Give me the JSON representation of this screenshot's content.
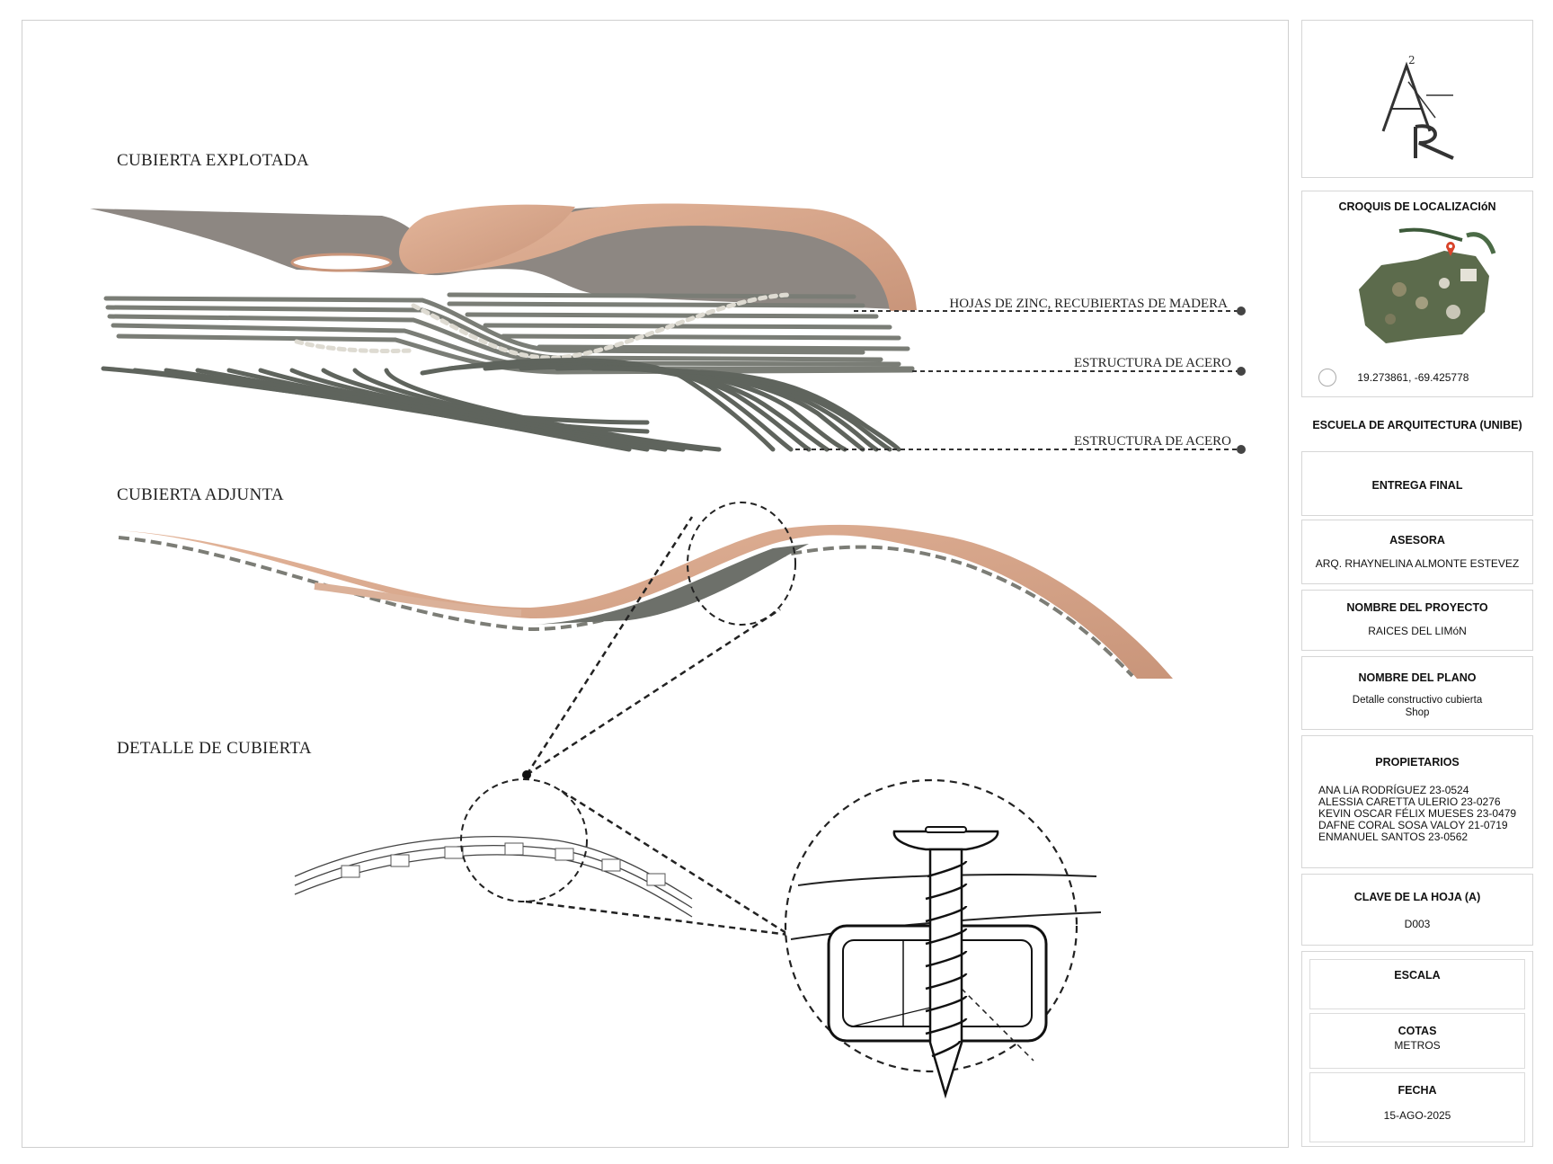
{
  "drawing": {
    "headings": {
      "exploded": "CUBIERTA EXPLOTADA",
      "attached": "CUBIERTA ADJUNTA",
      "detail": "DETALLE DE CUBIERTA"
    },
    "callouts": [
      "HOJAS DE ZINC, RECUBIERTAS DE MADERA",
      "ESTRUCTURA DE ACERO",
      "ESTRUCTURA DE ACERO"
    ]
  },
  "sidebar": {
    "logo_text": "A²R",
    "location": {
      "title": "CROQUIS DE LOCALIZACIóN",
      "coords": "19.273861, -69.425778"
    },
    "school": "ESCUELA DE ARQUITECTURA (UNIBE)",
    "delivery": "ENTREGA FINAL",
    "advisor": {
      "title": "ASESORA",
      "value": "ARQ. RHAYNELINA ALMONTE ESTEVEZ"
    },
    "project": {
      "title": "NOMBRE DEL PROYECTO",
      "value": "RAICES DEL LIMóN"
    },
    "plan": {
      "title": "NOMBRE DEL PLANO",
      "line1": "Detalle constructivo cubierta",
      "line2": "Shop"
    },
    "owners": {
      "title": "PROPIETARIOS",
      "names": [
        "ANA LíA RODRÍGUEZ 23-0524",
        "ALESSIA CARETTA ULERIO 23-0276",
        "KEVIN OSCAR FÉLIX MUESES 23-0479",
        "DAFNE CORAL SOSA VALOY 21-0719",
        "ENMANUEL SANTOS 23-0562"
      ]
    },
    "sheet": {
      "title": "CLAVE DE LA HOJA (A)",
      "value": "D003"
    },
    "scale": {
      "title": "ESCALA"
    },
    "dims": {
      "title": "COTAS",
      "value": "METROS"
    },
    "date": {
      "title": "FECHA",
      "value": "15-AGO-2025"
    }
  },
  "colors": {
    "wood": "#d9a98a",
    "zinc_top": "#8a8580",
    "steel": "#6f746c",
    "line": "#222222"
  }
}
